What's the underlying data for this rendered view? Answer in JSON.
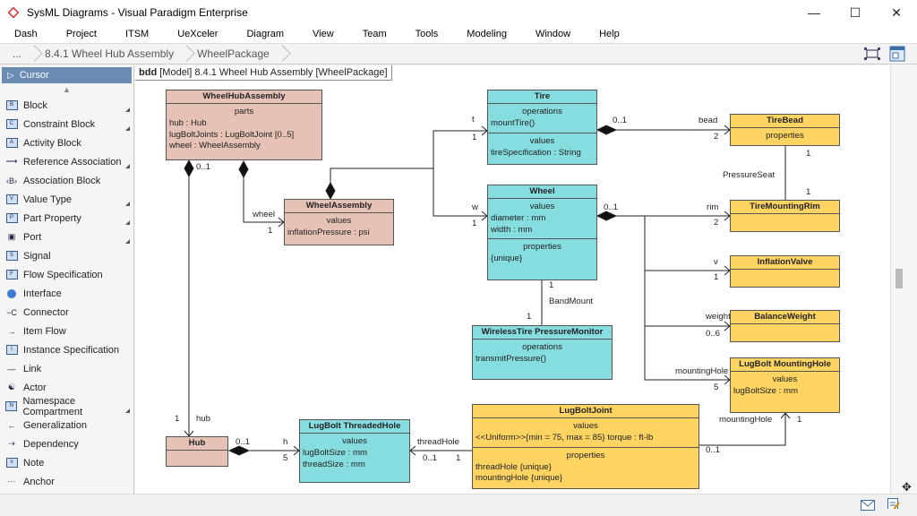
{
  "window": {
    "title": "SysML Diagrams - Visual Paradigm Enterprise",
    "controls": [
      "minimize-icon",
      "maximize-icon",
      "close-icon"
    ]
  },
  "menu": [
    "Dash",
    "Project",
    "ITSM",
    "UeXceler",
    "Diagram",
    "View",
    "Team",
    "Tools",
    "Modeling",
    "Window",
    "Help"
  ],
  "breadcrumb": {
    "root": "...",
    "items": [
      "8.4.1 Wheel Hub Assembly",
      "WheelPackage"
    ]
  },
  "palette": {
    "cursor": "Cursor",
    "items": [
      {
        "label": "Block",
        "icon": "block-icon",
        "more": true
      },
      {
        "label": "Constraint Block",
        "icon": "constraint-block-icon",
        "more": true
      },
      {
        "label": "Activity Block",
        "icon": "activity-block-icon",
        "more": false
      },
      {
        "label": "Reference Association",
        "icon": "reference-association-icon",
        "more": true
      },
      {
        "label": "Association Block",
        "icon": "association-block-icon",
        "more": false
      },
      {
        "label": "Value Type",
        "icon": "value-type-icon",
        "more": true
      },
      {
        "label": "Part Property",
        "icon": "part-property-icon",
        "more": true
      },
      {
        "label": "Port",
        "icon": "port-icon",
        "more": true
      },
      {
        "label": "Signal",
        "icon": "signal-icon",
        "more": false
      },
      {
        "label": "Flow Specification",
        "icon": "flow-specification-icon",
        "more": false
      },
      {
        "label": "Interface",
        "icon": "interface-icon",
        "more": false
      },
      {
        "label": "Connector",
        "icon": "connector-icon",
        "more": false
      },
      {
        "label": "Item Flow",
        "icon": "item-flow-icon",
        "more": false
      },
      {
        "label": "Instance Specification",
        "icon": "instance-specification-icon",
        "more": false
      },
      {
        "label": "Link",
        "icon": "link-icon",
        "more": false
      },
      {
        "label": "Actor",
        "icon": "actor-icon",
        "more": false
      },
      {
        "label": "Namespace Compartment",
        "icon": "namespace-compartment-icon",
        "more": true
      },
      {
        "label": "Generalization",
        "icon": "generalization-icon",
        "more": false
      },
      {
        "label": "Dependency",
        "icon": "dependency-icon",
        "more": false
      },
      {
        "label": "Note",
        "icon": "note-icon",
        "more": false
      },
      {
        "label": "Anchor",
        "icon": "anchor-icon",
        "more": false
      }
    ]
  },
  "diagram": {
    "tab": {
      "kind": "bdd",
      "name": "[Model] 8.4.1 Wheel Hub Assembly [WheelPackage]"
    },
    "blocks": {
      "wheelhub": {
        "name": "WheelHubAssembly",
        "sec_label": "parts",
        "lines": [
          "hub : Hub",
          "lugBoltJoints : LugBoltJoint [0..5]",
          "wheel : WheelAssembly"
        ]
      },
      "wheelassembly": {
        "name": "WheelAssembly",
        "sec_label": "values",
        "lines": [
          "inflationPressure : psi"
        ]
      },
      "tire": {
        "name": "Tire",
        "sec1_label": "operations",
        "sec1": [
          "mountTire()"
        ],
        "sec2_label": "values",
        "sec2": [
          "tireSpecification : String"
        ]
      },
      "wheel": {
        "name": "Wheel",
        "sec1_label": "values",
        "sec1": [
          "diameter : mm",
          "width : mm"
        ],
        "sec2_label": "properties",
        "sec2": [
          "{unique}"
        ]
      },
      "wtpm": {
        "name": "WirelessTire PressureMonitor",
        "sec_label": "operations",
        "lines": [
          "transmitPressure()"
        ]
      },
      "tirebead": {
        "name": "TireBead",
        "sec_label": "properties"
      },
      "tiremountingrim": {
        "name": "TireMountingRim"
      },
      "inflationvalve": {
        "name": "InflationValve"
      },
      "balanceweight": {
        "name": "BalanceWeight"
      },
      "lugboltmountinghole": {
        "name": "LugBolt MountingHole",
        "sec_label": "values",
        "lines": [
          "lugBoltSize : mm"
        ]
      },
      "hub": {
        "name": "Hub"
      },
      "lugboltthreadedhole": {
        "name": "LugBolt ThreadedHole",
        "sec_label": "values",
        "lines": [
          "lugBoltSize : mm",
          "threadSize : mm"
        ]
      },
      "lugboltjoint": {
        "name": "LugBoltJoint",
        "sec1_label": "values",
        "sec1": [
          "<<Uniform>>{min = 75, max = 85} torque : ft-lb"
        ],
        "sec2_label": "properties",
        "sec2": [
          "threadHole {unique}",
          "mountingHole {unique}"
        ]
      }
    },
    "labels": {
      "whub_mult": "0..1",
      "wheel_role": "wheel",
      "wheel_mult": "1",
      "tire_role": "t",
      "tire_mult": "1",
      "w_role": "w",
      "w_mult": "1",
      "tire_bead_src": "0..1",
      "bead_role": "bead",
      "bead_mult": "2",
      "pressureseat": "PressureSeat",
      "ps_top": "1",
      "ps_bot": "1",
      "wheel_src": "0..1",
      "rim_role": "rim",
      "rim_mult": "2",
      "v_role": "v",
      "v_mult": "1",
      "weight_role": "weight",
      "weight_mult": "0..6",
      "mh_role": "mountingHole",
      "mh_mult": "5",
      "bm_top": "1",
      "bandmount": "BandMount",
      "bm_bot": "1",
      "hub_mult": "1",
      "hub_role": "hub",
      "hub_src": "0..1",
      "h_role": "h",
      "h_mult": "5",
      "th_role": "threadHole",
      "th_mult_left": "0..1",
      "th_mult_right": "1",
      "mh2_role": "mountingHole",
      "mh2_mult": "1",
      "lbj_mult": "0..1"
    }
  }
}
